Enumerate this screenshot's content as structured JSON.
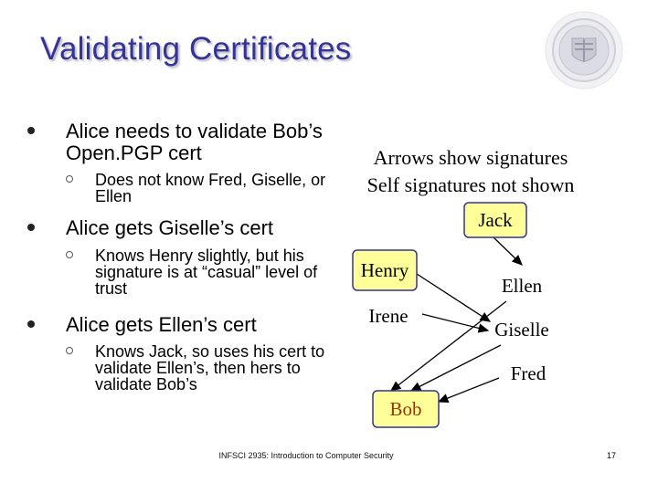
{
  "slide": {
    "title": "Validating Certificates",
    "bullets": [
      {
        "text": "Alice needs to validate Bob’s Open.PGP cert",
        "subs": [
          "Does not know Fred, Giselle, or Ellen"
        ]
      },
      {
        "text": "Alice gets Giselle’s cert",
        "subs": [
          "Knows Henry slightly, but his signature is at “casual” level of trust"
        ]
      },
      {
        "text": "Alice gets Ellen’s cert",
        "subs": [
          "Knows Jack, so uses his cert to validate Ellen’s, then hers to validate Bob’s"
        ]
      }
    ],
    "note_line1": "Arrows show signatures",
    "note_line2": "Self signatures not shown",
    "footer": "INFSCI 2935: Introduction to Computer Security",
    "page_number": "17"
  },
  "diagram": {
    "nodes": [
      {
        "id": "jack",
        "label": "Jack",
        "highlight": true
      },
      {
        "id": "henry",
        "label": "Henry",
        "highlight": true
      },
      {
        "id": "ellen",
        "label": "Ellen",
        "highlight": false
      },
      {
        "id": "irene",
        "label": "Irene",
        "highlight": false
      },
      {
        "id": "giselle",
        "label": "Giselle",
        "highlight": false
      },
      {
        "id": "fred",
        "label": "Fred",
        "highlight": false
      },
      {
        "id": "bob",
        "label": "Bob",
        "highlight": true
      }
    ],
    "edges": [
      {
        "from": "jack",
        "to": "ellen"
      },
      {
        "from": "henry",
        "to": "giselle"
      },
      {
        "from": "irene",
        "to": "giselle"
      },
      {
        "from": "ellen",
        "to": "bob"
      },
      {
        "from": "giselle",
        "to": "bob"
      },
      {
        "from": "fred",
        "to": "bob"
      }
    ],
    "colors": {
      "highlight_fill": "#ffff99",
      "highlight_border": "#333399",
      "bob_text": "#993300"
    }
  }
}
